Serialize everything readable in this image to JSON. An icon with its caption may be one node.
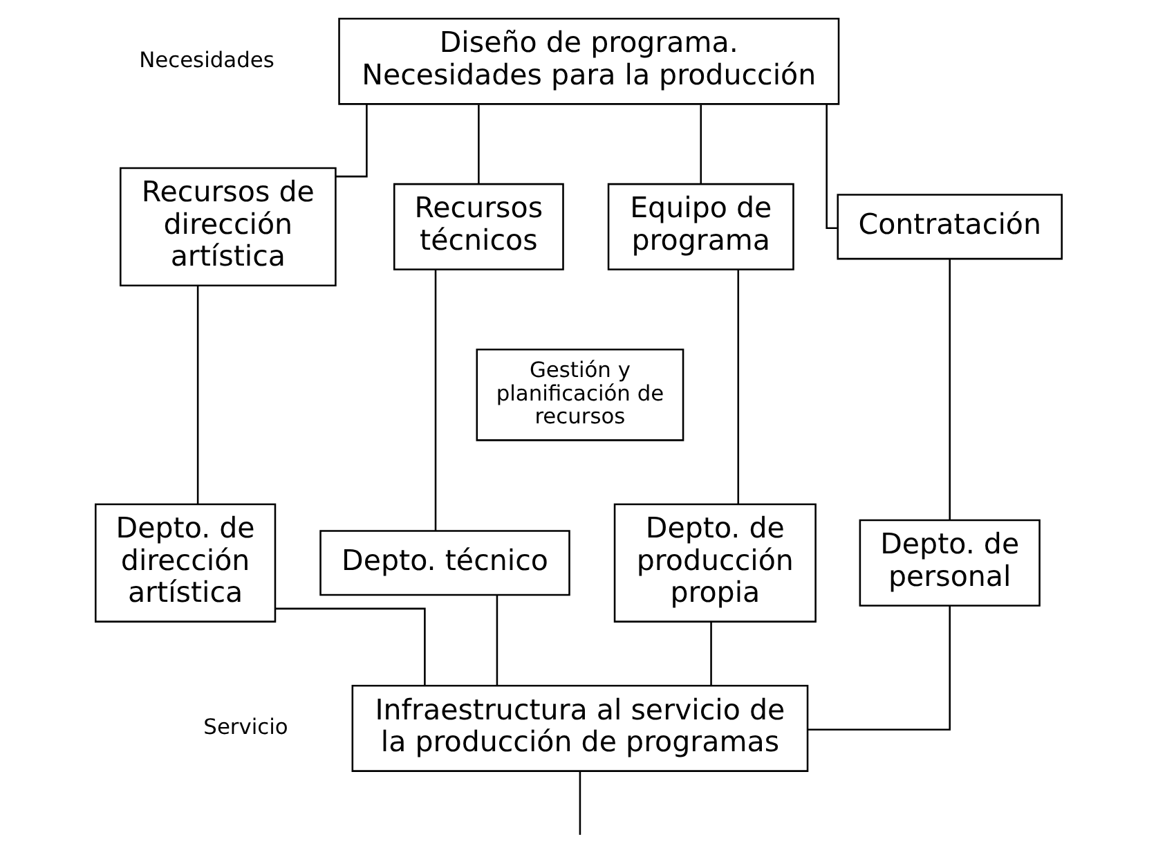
{
  "diagram": {
    "nodes": [
      {
        "text": [
          "Diseño de programa. Necesidades para la producción"
        ]
      },
      {
        "text": [
          "Recursos de dirección artística"
        ]
      },
      {
        "text": [
          "Recursos técnicos"
        ]
      },
      {
        "text": [
          "Equipo de programa"
        ]
      },
      {
        "text": [
          "Contratación"
        ]
      },
      {
        "text": [
          "Gestión y planificación de recursos"
        ]
      },
      {
        "text": [
          "Depto. de dirección artística"
        ]
      },
      {
        "text": [
          "Depto. técnico"
        ]
      },
      {
        "text": [
          "Depto. de producción propia"
        ]
      },
      {
        "text": [
          "Depto. de personal"
        ]
      },
      {
        "text": [
          "Infraestructura al servicio de la producción de programas"
        ]
      }
    ],
    "edges": [
      {
        "from": 0,
        "to": 1,
        "arrow": "none"
      },
      {
        "from": 0,
        "to": 2,
        "arrow": "none"
      },
      {
        "from": 0,
        "to": 3,
        "arrow": "none"
      },
      {
        "from": 0,
        "to": 4,
        "arrow": "none"
      },
      {
        "from": 1,
        "to": 6,
        "arrow": "none"
      },
      {
        "from": 2,
        "to": 7,
        "arrow": "none"
      },
      {
        "from": 3,
        "to": 8,
        "arrow": "none"
      },
      {
        "from": 4,
        "to": 9,
        "arrow": "none"
      },
      {
        "from": 6,
        "to": 10,
        "arrow": "none"
      },
      {
        "from": 7,
        "to": 10,
        "arrow": "none"
      },
      {
        "from": 8,
        "to": 10,
        "arrow": "none"
      },
      {
        "from": 9,
        "to": 10,
        "arrow": "none"
      },
      {
        "from": 10,
        "to": null,
        "arrow": "none"
      }
    ],
    "labels": [
      "Necesidades",
      "Servicio"
    ]
  }
}
